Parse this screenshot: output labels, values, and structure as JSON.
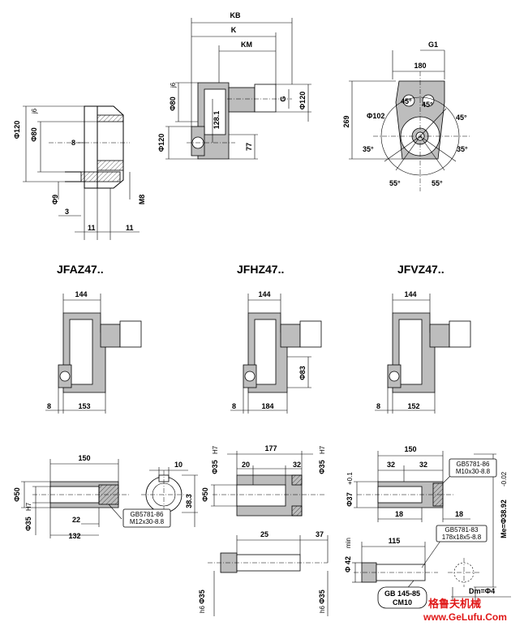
{
  "colors": {
    "line": "#000000",
    "fill": "#bdbdbd",
    "watermark": "#e01818"
  },
  "titles": {
    "jfaz": "JFAZ47..",
    "jfhz": "JFHZ47..",
    "jfvz": "JFVZ47.."
  },
  "flange": {
    "d120": "Φ120",
    "d80": "Φ80",
    "tol_j": "j6",
    "d9": "Φ9",
    "m8": "M8",
    "n3": "3",
    "n8": "8",
    "n11a": "11",
    "n11b": "11"
  },
  "side": {
    "kb": "KB",
    "k": "K",
    "km": "KM",
    "g": "G",
    "d80": "Φ80",
    "tol_j": "j6",
    "d120": "Φ120",
    "d120b": "Φ120",
    "n128": "128.1",
    "n77": "77"
  },
  "front": {
    "g1": "G1",
    "n180": "180",
    "n269": "269",
    "d102": "Φ102",
    "a45a": "45°",
    "a45b": "45°",
    "a45c": "45°",
    "a35a": "35°",
    "a35b": "35°",
    "a55a": "55°",
    "a55b": "55°"
  },
  "jfaz": {
    "n144": "144",
    "n8": "8",
    "n153": "153"
  },
  "jfhz": {
    "n144": "144",
    "n8": "8",
    "n184": "184",
    "d83": "Φ83"
  },
  "jfvz": {
    "n144": "144",
    "n8": "8",
    "n152": "152"
  },
  "shaft_a": {
    "n150": "150",
    "n22": "22",
    "n132": "132",
    "n10": "10",
    "n383": "38.3",
    "d50": "Φ50",
    "d35": "Φ35",
    "tol": "H7",
    "std1": "GB5781-86",
    "std2": "M12x30-8.8"
  },
  "shaft_h": {
    "n177": "177",
    "n20": "20",
    "n32": "32",
    "d35a": "Φ35",
    "d35b": "Φ35",
    "tol": "H7",
    "d50": "Φ50",
    "n25": "25",
    "n37": "37",
    "d35c": "Φ35",
    "d35d": "Φ35",
    "tol2": "h6"
  },
  "shaft_v": {
    "n150": "150",
    "n32a": "32",
    "n32b": "32",
    "n18a": "18",
    "n18b": "18",
    "n115": "115",
    "d37": "Φ37",
    "tol37": "+0.1",
    "std1": "GB5781-86",
    "std2": "M10x30-8.8",
    "std3": "GB5781-83",
    "std4": "178x18x5-8.8",
    "d42": "Φ 42",
    "tol42": "min",
    "std5": "GB 145-85",
    "std6": "CM10",
    "me": "Me=Φ38.92",
    "metol": "-0.02",
    "dm": "Dm=Φ4"
  },
  "watermark": {
    "cn": "格鲁夫机械",
    "url": "www.GeLufu.Com"
  }
}
